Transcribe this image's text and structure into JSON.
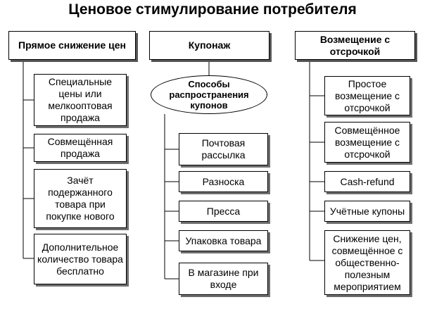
{
  "title": "Ценовое стимулирование потребителя",
  "columns": [
    {
      "heading": "Прямое снижение цен",
      "items": [
        "Специальные цены или мелкооптовая продажа",
        "Совмещённая продажа",
        "Зачёт подержанного товара при покупке нового",
        "Дополнительное количество товара бесплатно"
      ]
    },
    {
      "heading": "Купонаж",
      "subheading": "Способы распространения купонов",
      "items": [
        "Почтовая рассылка",
        "Разноска",
        "Пресса",
        "Упаковка товара",
        "В магазине при входе"
      ]
    },
    {
      "heading": "Возмещение с отсрочкой",
      "items": [
        "Простое возмещение с отсрочкой",
        "Совмещённое возмещение с отсрочкой",
        "Cash-refund",
        "Учётные купоны",
        "Снижение цен, совмещённое с общественно-полезным мероприятием"
      ]
    }
  ]
}
